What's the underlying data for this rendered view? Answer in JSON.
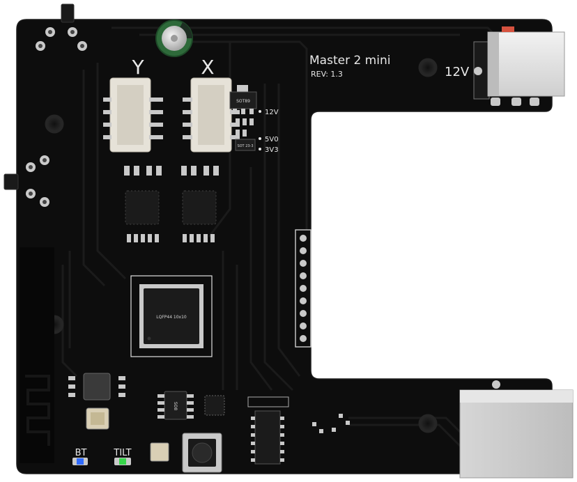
{
  "board": {
    "title": "Master 2 mini",
    "revision": "REV: 1.3",
    "power_label": "12V",
    "axis_labels": {
      "y": "Y",
      "x": "X"
    },
    "rail_labels": {
      "v12": "12V",
      "v5": "5V0",
      "v3": "3V3"
    },
    "chip_labels": {
      "mcu": "LQFP44 10x10",
      "regulator_top": "SOT89",
      "regulator_small": "SOT 23-3",
      "driver_ic": "SO8"
    },
    "led_labels": {
      "bt": "BT",
      "tilt": "TILT"
    },
    "colors": {
      "pcb": "#0d0d0d",
      "silkscreen": "#e8e8e8",
      "pad": "#c9c9c9",
      "led_bt": "#2f6bff",
      "led_tilt": "#37d64a",
      "capacitor": "#2e6a3a",
      "usb_shell": "#dcdcdc"
    }
  }
}
